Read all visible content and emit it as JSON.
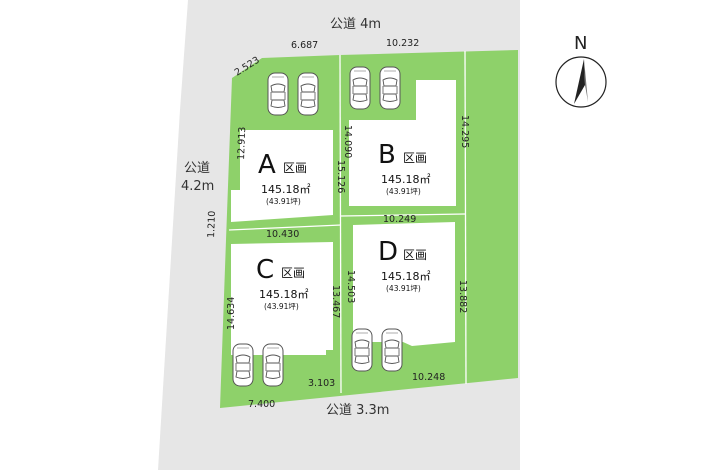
{
  "roads": {
    "north": "公道 4m",
    "west_line1": "公道",
    "west_line2": "4.2m",
    "south": "公道 3.3m"
  },
  "north_arrow": {
    "label": "N"
  },
  "lots": [
    {
      "id": "A",
      "suffix": "区画",
      "area": "145.18㎡",
      "tsubo": "(43.91坪)"
    },
    {
      "id": "B",
      "suffix": "区画",
      "area": "145.18㎡",
      "tsubo": "(43.91坪)"
    },
    {
      "id": "C",
      "suffix": "区画",
      "area": "145.18㎡",
      "tsubo": "(43.91坪)"
    },
    {
      "id": "D",
      "suffix": "区画",
      "area": "145.18㎡",
      "tsubo": "(43.91坪)"
    }
  ],
  "dimensions": [
    "2.523",
    "6.687",
    "10.232",
    "12.913",
    "14.090",
    "14.295",
    "15.126",
    "1.210",
    "10.430",
    "10.249",
    "14.634",
    "13.467",
    "14.503",
    "13.882",
    "3.103",
    "10.248",
    "7.400"
  ],
  "colors": {
    "land": "#8ed16a",
    "road": "#e6e6e6",
    "building": "#ffffff",
    "boundary": "#ffffff"
  }
}
